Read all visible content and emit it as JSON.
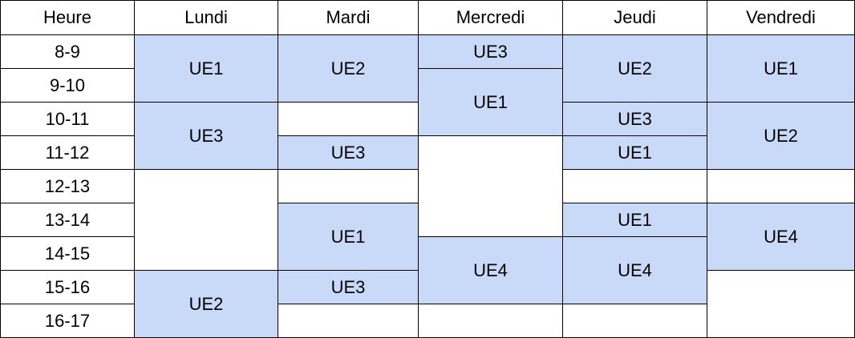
{
  "header": [
    "Heure",
    "Lundi",
    "Mardi",
    "Mercredi",
    "Jeudi",
    "Vendredi"
  ],
  "hours": [
    "8-9",
    "9-10",
    "10-11",
    "11-12",
    "12-13",
    "13-14",
    "14-15",
    "15-16",
    "16-17"
  ],
  "schedule": {
    "lundi": [
      "UE1",
      "UE3",
      "",
      "UE2"
    ],
    "mardi": [
      "UE2",
      "",
      "UE3",
      "",
      "UE1",
      "UE3",
      ""
    ],
    "mercredi": [
      "UE3",
      "UE1",
      "",
      "UE4",
      ""
    ],
    "jeudi": [
      "UE2",
      "UE3",
      "UE1",
      "",
      "UE1",
      "UE4",
      ""
    ],
    "vendredi": [
      "UE1",
      "UE2",
      "",
      "UE4",
      ""
    ]
  },
  "colors": {
    "course_fill": "#c9daf8",
    "border": "#000000"
  }
}
